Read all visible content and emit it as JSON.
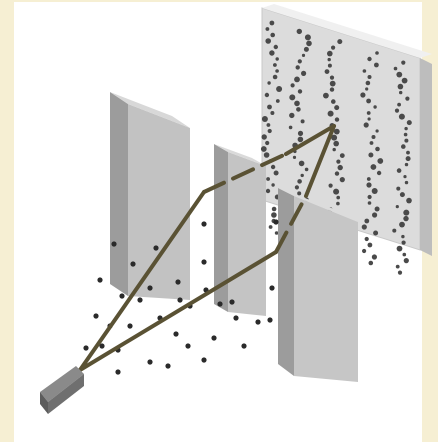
{
  "figure": {
    "description_colors": {
      "page_background": "#f6efd3",
      "panel_background": "#ffffff",
      "barrier": "#b8b8b8",
      "barrier_side": "#9a9a9a",
      "screen": "#e6e6e6",
      "path": "#5a5234",
      "particle": "#2a2a2a",
      "source": "#6f6f6f"
    },
    "elements": [
      "particle-source",
      "double-slit-barrier",
      "detection-screen",
      "interference-bands",
      "particle-paths"
    ]
  }
}
